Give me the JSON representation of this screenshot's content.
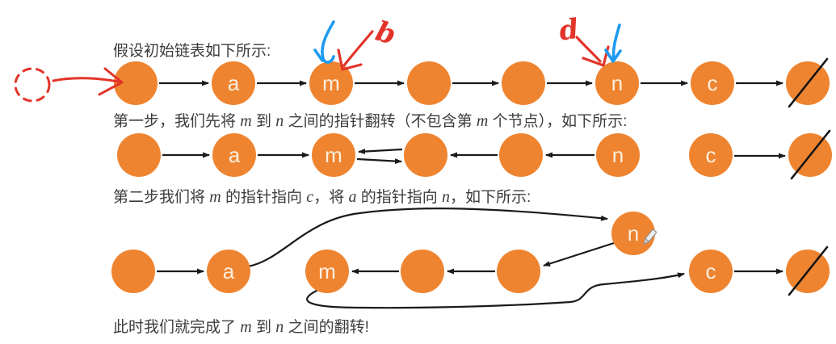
{
  "title": "链表 m 到 n 之间翻转示意图",
  "colors": {
    "node_fill": "#EF8430",
    "node_label": "#FBEFDE",
    "arrow": "#1A1A1A",
    "caption_text": "#3C3C3C",
    "annotation_red": "#E2342A",
    "annotation_blue": "#1E9BF0"
  },
  "captions": {
    "line1": [
      {
        "text": "假设初始链表如下所示:"
      }
    ],
    "line2": [
      {
        "text": "第一步，我们先将 "
      },
      {
        "text": "m",
        "math": true
      },
      {
        "text": " 到 "
      },
      {
        "text": "n",
        "math": true
      },
      {
        "text": " 之间的指针翻转（不包含第 "
      },
      {
        "text": "m",
        "math": true
      },
      {
        "text": " 个节点），如下所示:"
      }
    ],
    "line3": [
      {
        "text": "第二步我们将 "
      },
      {
        "text": "m",
        "math": true
      },
      {
        "text": " 的指针指向 "
      },
      {
        "text": "c",
        "math": true
      },
      {
        "text": "，将 "
      },
      {
        "text": "a",
        "math": true
      },
      {
        "text": " 的指针指向 "
      },
      {
        "text": "n",
        "math": true
      },
      {
        "text": "，如下所示:"
      }
    ],
    "line4": [
      {
        "text": "此时我们就完成了 "
      },
      {
        "text": "m",
        "math": true
      },
      {
        "text": " 到 "
      },
      {
        "text": "n",
        "math": true
      },
      {
        "text": " 之间的翻转!"
      }
    ]
  },
  "rows": [
    {
      "name": "initial-list",
      "nodes": [
        "",
        "a",
        "m",
        "",
        "",
        "n",
        "c",
        ""
      ],
      "null_marker_index": 7,
      "edges": [
        "head→a",
        "a→m",
        "m→p1",
        "p1→p2",
        "p2→n",
        "n→c",
        "c→null"
      ]
    },
    {
      "name": "after-step1",
      "nodes": [
        "",
        "a",
        "m",
        "",
        "",
        "n",
        "c",
        ""
      ],
      "null_marker_index": 7,
      "edges": [
        "head→a",
        "a→m",
        "m→p1",
        "p1→m",
        "p2→p1",
        "n→p2",
        "c→null"
      ]
    },
    {
      "name": "after-step2",
      "nodes": [
        "",
        "a",
        "m",
        "",
        "",
        "n",
        "c",
        ""
      ],
      "null_marker_index": 7,
      "edges": [
        "head→a",
        "a→n",
        "n→p2",
        "p2→p1",
        "p1→m",
        "m→c",
        "c→null"
      ]
    }
  ],
  "annotations": {
    "dashed_circle": {
      "meaning": "虚拟头节点",
      "color": "#E2342A",
      "style": "dashed"
    },
    "red_arrow_to_head": {
      "color": "#E2342A"
    },
    "blue_arrow_to_m": {
      "color": "#1E9BF0"
    },
    "red_arrow_to_m": {
      "color": "#E2342A",
      "letter": "b"
    },
    "red_arrow_to_n": {
      "color": "#E2342A",
      "letter": "d"
    },
    "blue_arrow_to_n": {
      "color": "#1E9BF0"
    },
    "pen_cursor": {
      "at": "n-node-row3"
    }
  }
}
